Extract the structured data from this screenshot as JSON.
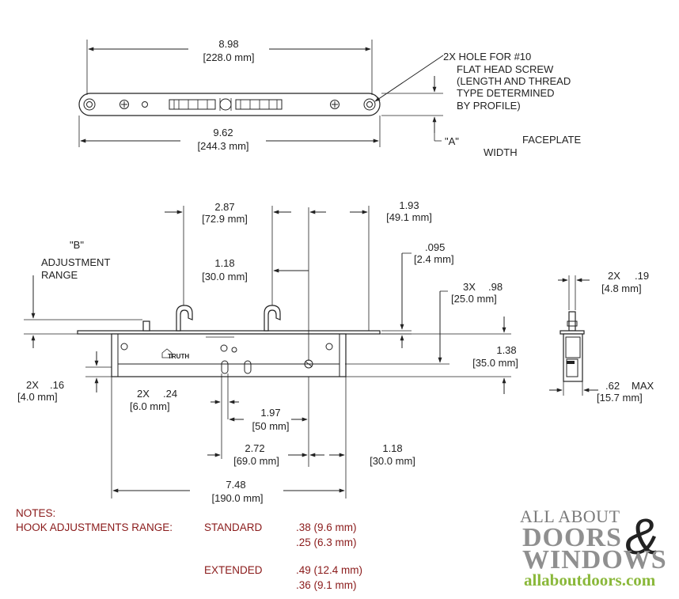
{
  "dimensions": {
    "length_top": "8.98",
    "length_top_mm": "[228.0 mm]",
    "length_bottom": "9.62",
    "length_bottom_mm": "[244.3 mm]",
    "hook_from_left": "2.87",
    "hook_from_left_mm": "[72.9 mm]",
    "hook_spacing": "1.18",
    "hook_spacing_mm": "[30.0 mm]",
    "face_to_edge": "1.93",
    "face_to_edge_mm": "[49.1 mm]",
    "faceplate_thickness": ".095",
    "faceplate_thickness_mm": "[2.4 mm]",
    "hook_depth_label": "3X",
    "hook_depth": ".98",
    "hook_depth_mm": "[25.0 mm]",
    "body_height": "1.38",
    "body_height_mm": "[35.0 mm]",
    "mount_hole_label": "2X",
    "mount_hole": ".16",
    "mount_hole_mm": "[4.0 mm]",
    "slot_label": "2X",
    "slot": ".24",
    "slot_mm": "[6.0 mm]",
    "slot_to_spindle": "1.97",
    "slot_to_spindle_mm": "[50 mm]",
    "slot_span": "2.72",
    "slot_span_mm": "[69.0 mm]",
    "spindle_to_end": "1.18",
    "spindle_to_end_mm": "[30.0 mm]",
    "body_length": "7.48",
    "body_length_mm": "[190.0 mm]",
    "side_width_label": "2X",
    "side_width": ".19",
    "side_width_mm": "[4.8 mm]",
    "side_depth": ".62",
    "side_depth_max": "MAX",
    "side_depth_mm": "[15.7 mm]"
  },
  "callouts": {
    "hole_line1": "2X HOLE FOR #10",
    "hole_line2": "FLAT HEAD SCREW",
    "hole_line3": "(LENGTH AND THREAD",
    "hole_line4": "TYPE DETERMINED",
    "hole_line5": "BY PROFILE)",
    "a_label": "\"A\"",
    "faceplate_line1": "FACEPLATE",
    "faceplate_line2": "WIDTH",
    "b_label": "\"B\"",
    "adjust_line1": "ADJUSTMENT",
    "adjust_line2": "RANGE",
    "logo_text": "TRUTH"
  },
  "notes": {
    "heading": "NOTES:",
    "range_label": "HOOK ADJUSTMENTS RANGE:",
    "standard_label": "STANDARD",
    "standard_1": ".38 (9.6 mm)",
    "standard_2": ".25 (6.3 mm)",
    "extended_label": "EXTENDED",
    "extended_1": ".49 (12.4 mm)",
    "extended_2": ".36 (9.1 mm)"
  },
  "brand": {
    "line1": "ALL ABOUT",
    "line2_left": "DOORS",
    "ampersand": "&",
    "line3": "WINDOWS",
    "url": "allaboutdoors.com"
  },
  "colors": {
    "notes": "#8a1a1a",
    "brand_gray": "#8f8f8f",
    "brand_green": "#8ab83a"
  }
}
